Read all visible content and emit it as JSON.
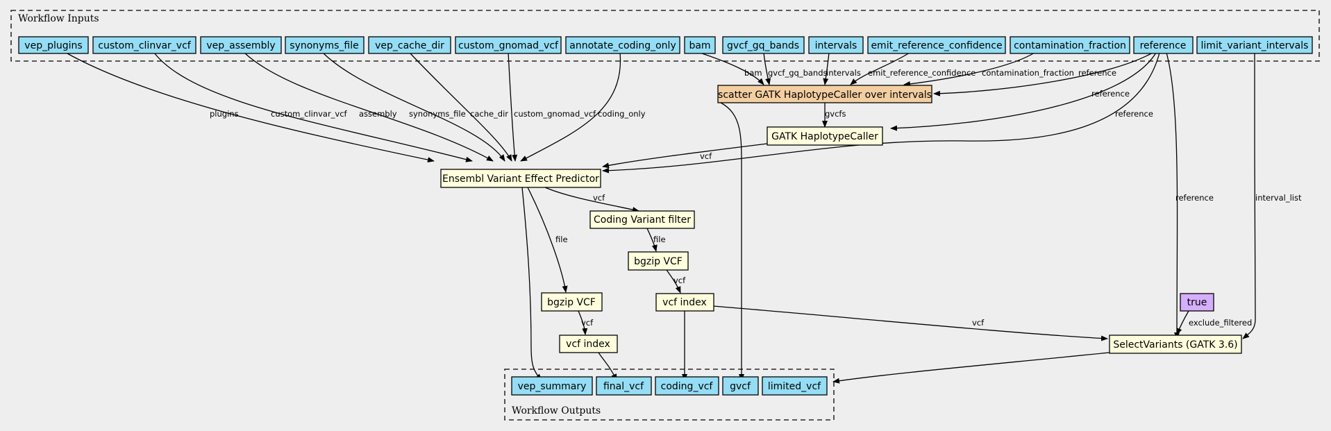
{
  "colors": {
    "background": "#eeeeee",
    "input": "#94ddf4",
    "step": "#ffffdd",
    "scatter": "#f3cea1",
    "constant": "#d5aefc",
    "output": "#94ddf4"
  },
  "clusters": {
    "inputs": "Workflow Inputs",
    "outputs": "Workflow Outputs"
  },
  "nodes": {
    "vep_plugins": "vep_plugins",
    "custom_clinvar_vcf": "custom_clinvar_vcf",
    "vep_assembly": "vep_assembly",
    "synonyms_file": "synonyms_file",
    "vep_cache_dir": "vep_cache_dir",
    "custom_gnomad_vcf": "custom_gnomad_vcf",
    "annotate_coding_only": "annotate_coding_only",
    "bam": "bam",
    "gvcf_gq_bands": "gvcf_gq_bands",
    "intervals": "intervals",
    "emit_reference_confidence": "emit_reference_confidence",
    "contamination_fraction": "contamination_fraction",
    "reference": "reference",
    "limit_variant_intervals": "limit_variant_intervals",
    "scatter": "scatter GATK HaplotypeCaller over intervals",
    "haplotypecaller": "GATK HaplotypeCaller",
    "vep": "Ensembl Variant Effect Predictor",
    "coding_filter": "Coding Variant filter",
    "bgzip1": "bgzip VCF",
    "index1": "vcf index",
    "bgzip2": "bgzip VCF",
    "index2": "vcf index",
    "true_const": "true",
    "selectvariants": "SelectVariants (GATK 3.6)",
    "out_vep_summary": "vep_summary",
    "out_final_vcf": "final_vcf",
    "out_coding_vcf": "coding_vcf",
    "out_gvcf": "gvcf",
    "out_limited_vcf": "limited_vcf"
  },
  "edges": {
    "plugins": "plugins",
    "custom_clinvar_vcf": "custom_clinvar_vcf",
    "assembly": "assembly",
    "synonyms_file": "synonyms_file",
    "cache_dir": "cache_dir",
    "custom_gnomad_vcf": "custom_gnomad_vcf",
    "coding_only": "coding_only",
    "bam": "bam",
    "gvcf_gq_bands": "gvcf_gq_bands",
    "intervals": "intervals",
    "emit_reference_confidence": "emit_reference_confidence",
    "contamination_fraction": "contamination_fraction",
    "reference_scatter": "reference",
    "reference_hc": "reference",
    "reference_vep": "reference",
    "reference_sv": "reference",
    "interval_list": "interval_list",
    "gvcfs": "gvcfs",
    "vcf_hc_vep": "vcf",
    "vcf_vep_filter": "vcf",
    "file_filter_bgzip": "file",
    "vcf_bgzip_index": "vcf",
    "file_vep_bgzip": "file",
    "vcf_bgzip2_index2": "vcf",
    "vcf_index_sv": "vcf",
    "exclude_filtered": "exclude_filtered"
  }
}
